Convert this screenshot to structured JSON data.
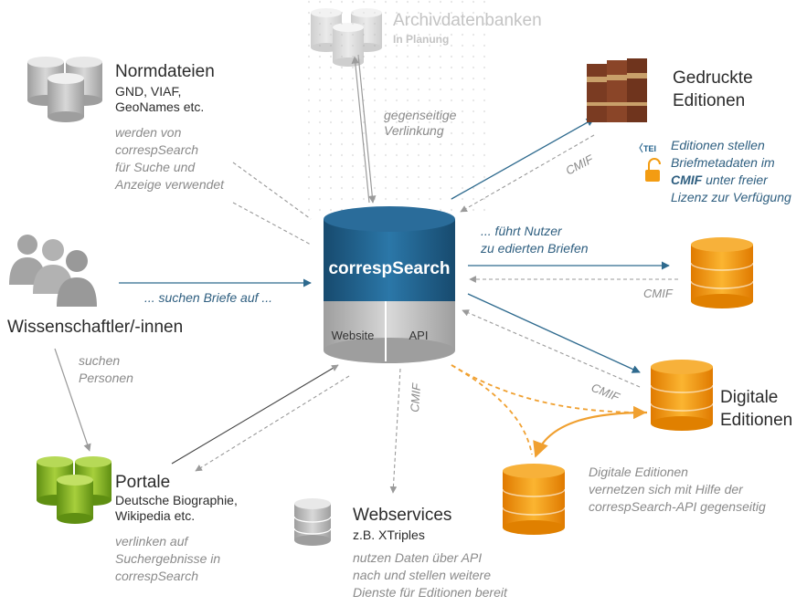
{
  "center": {
    "title": "correspSearch",
    "website": "Website",
    "api": "API"
  },
  "archive": {
    "title": "Archivdatenbanken",
    "sub": "In Planung",
    "note": [
      "gegenseitige",
      "Verlinkung"
    ]
  },
  "normdateien": {
    "title": "Normdateien",
    "sub": [
      "GND, VIAF,",
      "GeoNames etc."
    ],
    "note": [
      "werden von",
      "correspSearch",
      "für Suche und",
      "Anzeige verwendet"
    ]
  },
  "printed": {
    "title": [
      "Gedruckte",
      "Editionen"
    ],
    "note": [
      "Editionen stellen",
      "Briefmetadaten im"
    ],
    "note_cmif": "CMIF",
    "note_rest": " unter freier",
    "note_last": "Lizenz zur Verfügung",
    "tei": "TEI"
  },
  "scholars": {
    "title": "Wissenschaftler/-innen",
    "arrow_label": "... suchen Briefe auf ...",
    "note": [
      "suchen",
      "Personen"
    ]
  },
  "guide": {
    "note": [
      "... führt Nutzer",
      "zu edierten Briefen"
    ]
  },
  "digital": {
    "title": [
      "Digitale",
      "Editionen"
    ],
    "note": [
      "Digitale Editionen",
      "vernetzen sich mit Hilfe der",
      "correspSearch-API gegenseitig"
    ]
  },
  "portals": {
    "title": "Portale",
    "sub": [
      "Deutsche Biographie,",
      "Wikipedia etc."
    ],
    "note": [
      "verlinken auf",
      "Suchergebnisse in",
      "correspSearch"
    ]
  },
  "webservices": {
    "title": "Webservices",
    "sub": "z.B. XTriples",
    "note": [
      "nutzen Daten über API",
      "nach und stellen weitere",
      "Dienste für Editionen bereit"
    ]
  },
  "cmif_labels": [
    "CMIF",
    "CMIF",
    "CMIF",
    "CMIF"
  ],
  "colors": {
    "blue": "#1f5f8b",
    "gray_db": "#c4c4c4",
    "orange_db": "#f39c12",
    "green_db": "#8ab82e",
    "arrow_blue": "#2e6a8e",
    "arrow_gray": "#9a9a9a",
    "arrow_orange": "#f0a030"
  }
}
